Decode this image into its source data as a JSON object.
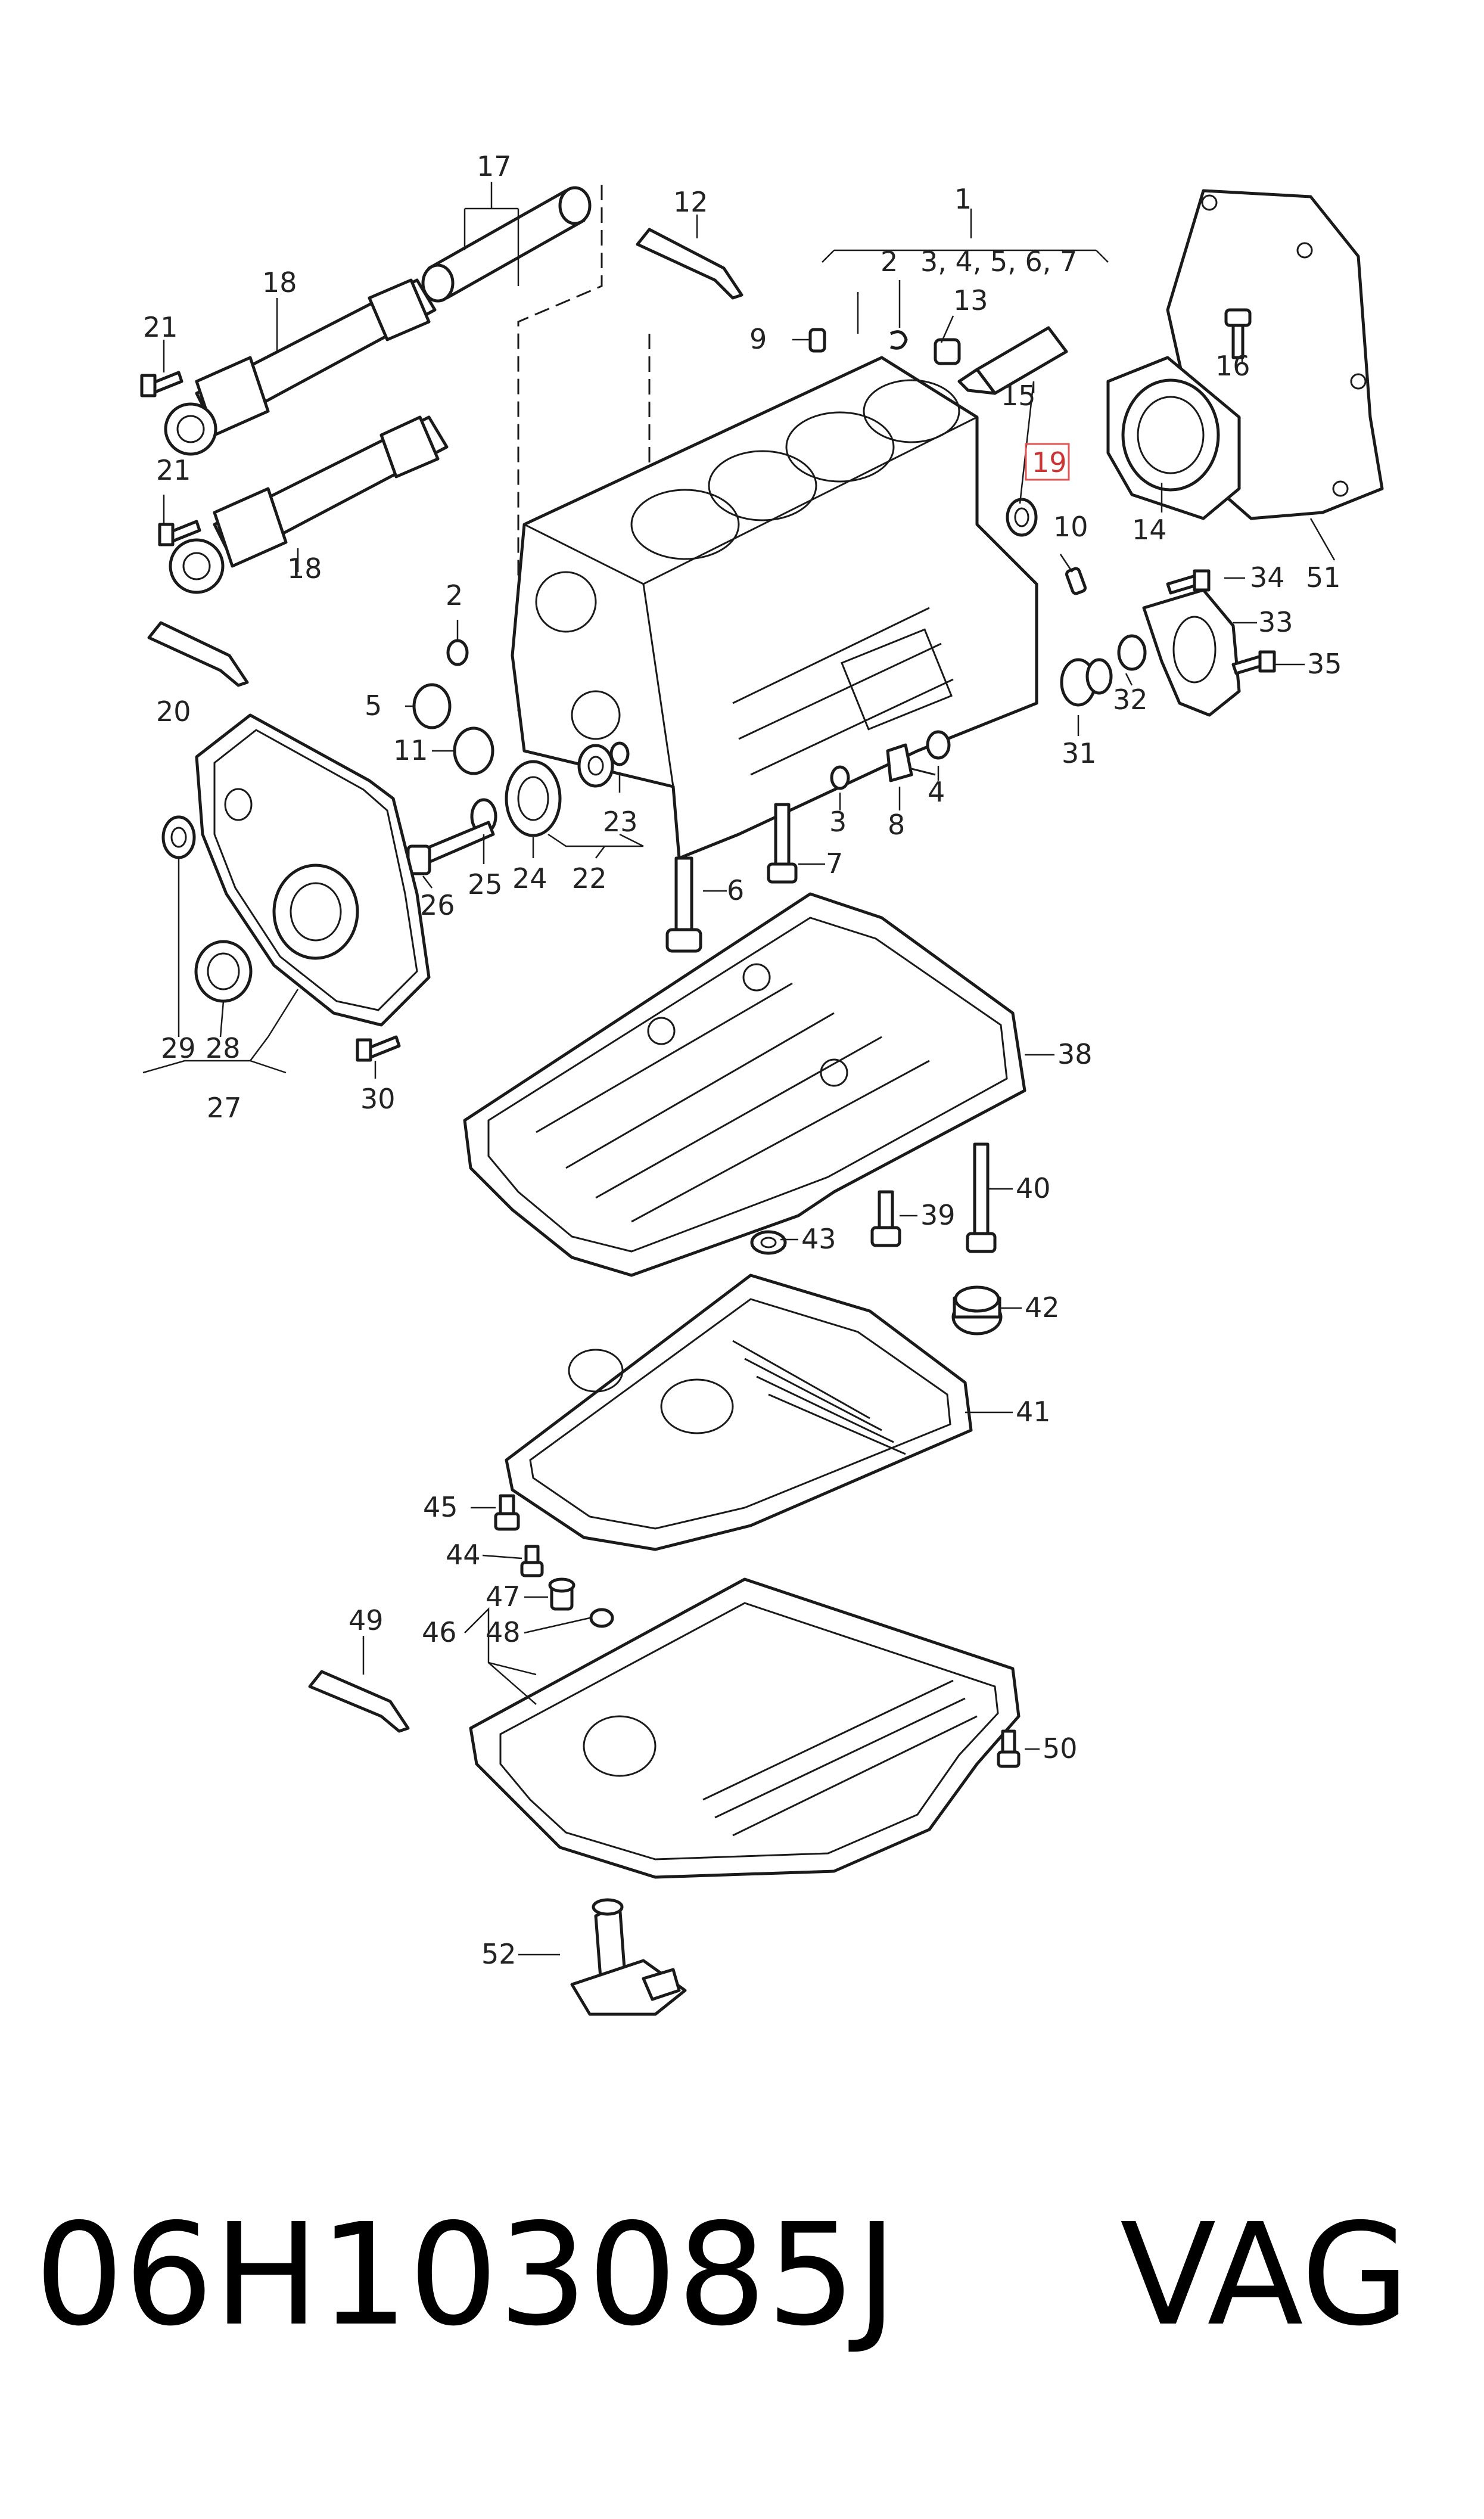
{
  "diagram": {
    "callouts": [
      {
        "id": "c1",
        "text": "1"
      },
      {
        "id": "c2a",
        "text": "2"
      },
      {
        "id": "c2b",
        "text": "2"
      },
      {
        "id": "c3467",
        "text": "3, 4, 5, 6, 7"
      },
      {
        "id": "c3",
        "text": "3"
      },
      {
        "id": "c4",
        "text": "4"
      },
      {
        "id": "c5",
        "text": "5"
      },
      {
        "id": "c6",
        "text": "6"
      },
      {
        "id": "c7",
        "text": "7"
      },
      {
        "id": "c8",
        "text": "8"
      },
      {
        "id": "c9",
        "text": "9"
      },
      {
        "id": "c10",
        "text": "10"
      },
      {
        "id": "c11",
        "text": "11"
      },
      {
        "id": "c12",
        "text": "12"
      },
      {
        "id": "c13",
        "text": "13"
      },
      {
        "id": "c14",
        "text": "14"
      },
      {
        "id": "c15",
        "text": "15"
      },
      {
        "id": "c16",
        "text": "16"
      },
      {
        "id": "c17",
        "text": "17"
      },
      {
        "id": "c18a",
        "text": "18"
      },
      {
        "id": "c18b",
        "text": "18"
      },
      {
        "id": "c19",
        "text": "19"
      },
      {
        "id": "c20",
        "text": "20"
      },
      {
        "id": "c21a",
        "text": "21"
      },
      {
        "id": "c21b",
        "text": "21"
      },
      {
        "id": "c22",
        "text": "22"
      },
      {
        "id": "c23",
        "text": "23"
      },
      {
        "id": "c24",
        "text": "24"
      },
      {
        "id": "c25",
        "text": "25"
      },
      {
        "id": "c26",
        "text": "26"
      },
      {
        "id": "c27",
        "text": "27"
      },
      {
        "id": "c28",
        "text": "28"
      },
      {
        "id": "c29",
        "text": "29"
      },
      {
        "id": "c30",
        "text": "30"
      },
      {
        "id": "c31",
        "text": "31"
      },
      {
        "id": "c32",
        "text": "32"
      },
      {
        "id": "c33",
        "text": "33"
      },
      {
        "id": "c34",
        "text": "34"
      },
      {
        "id": "c35",
        "text": "35"
      },
      {
        "id": "c38",
        "text": "38"
      },
      {
        "id": "c39",
        "text": "39"
      },
      {
        "id": "c40",
        "text": "40"
      },
      {
        "id": "c41",
        "text": "41"
      },
      {
        "id": "c42",
        "text": "42"
      },
      {
        "id": "c43",
        "text": "43"
      },
      {
        "id": "c44",
        "text": "44"
      },
      {
        "id": "c45",
        "text": "45"
      },
      {
        "id": "c46",
        "text": "46"
      },
      {
        "id": "c47",
        "text": "47"
      },
      {
        "id": "c48",
        "text": "48"
      },
      {
        "id": "c49",
        "text": "49"
      },
      {
        "id": "c50",
        "text": "50"
      },
      {
        "id": "c51",
        "text": "51"
      },
      {
        "id": "c52",
        "text": "52"
      }
    ],
    "highlighted_callout": "c19",
    "highlight_color": "#e05555"
  },
  "caption": {
    "part_number": "06H103085J",
    "brand": "VAG"
  }
}
